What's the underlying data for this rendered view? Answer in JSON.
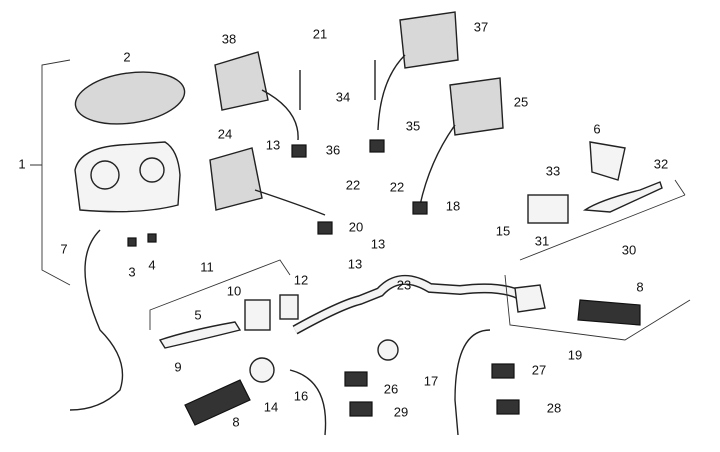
{
  "diagram": {
    "type": "exploded parts diagram",
    "callouts": [
      "1",
      "2",
      "38",
      "21",
      "37",
      "34",
      "25",
      "24",
      "13",
      "36",
      "35",
      "6",
      "32",
      "33",
      "22",
      "22",
      "18",
      "20",
      "15",
      "31",
      "30",
      "13",
      "13",
      "7",
      "3",
      "4",
      "11",
      "12",
      "23",
      "8",
      "10",
      "5",
      "9",
      "19",
      "17",
      "27",
      "26",
      "16",
      "14",
      "29",
      "28",
      "8"
    ]
  }
}
